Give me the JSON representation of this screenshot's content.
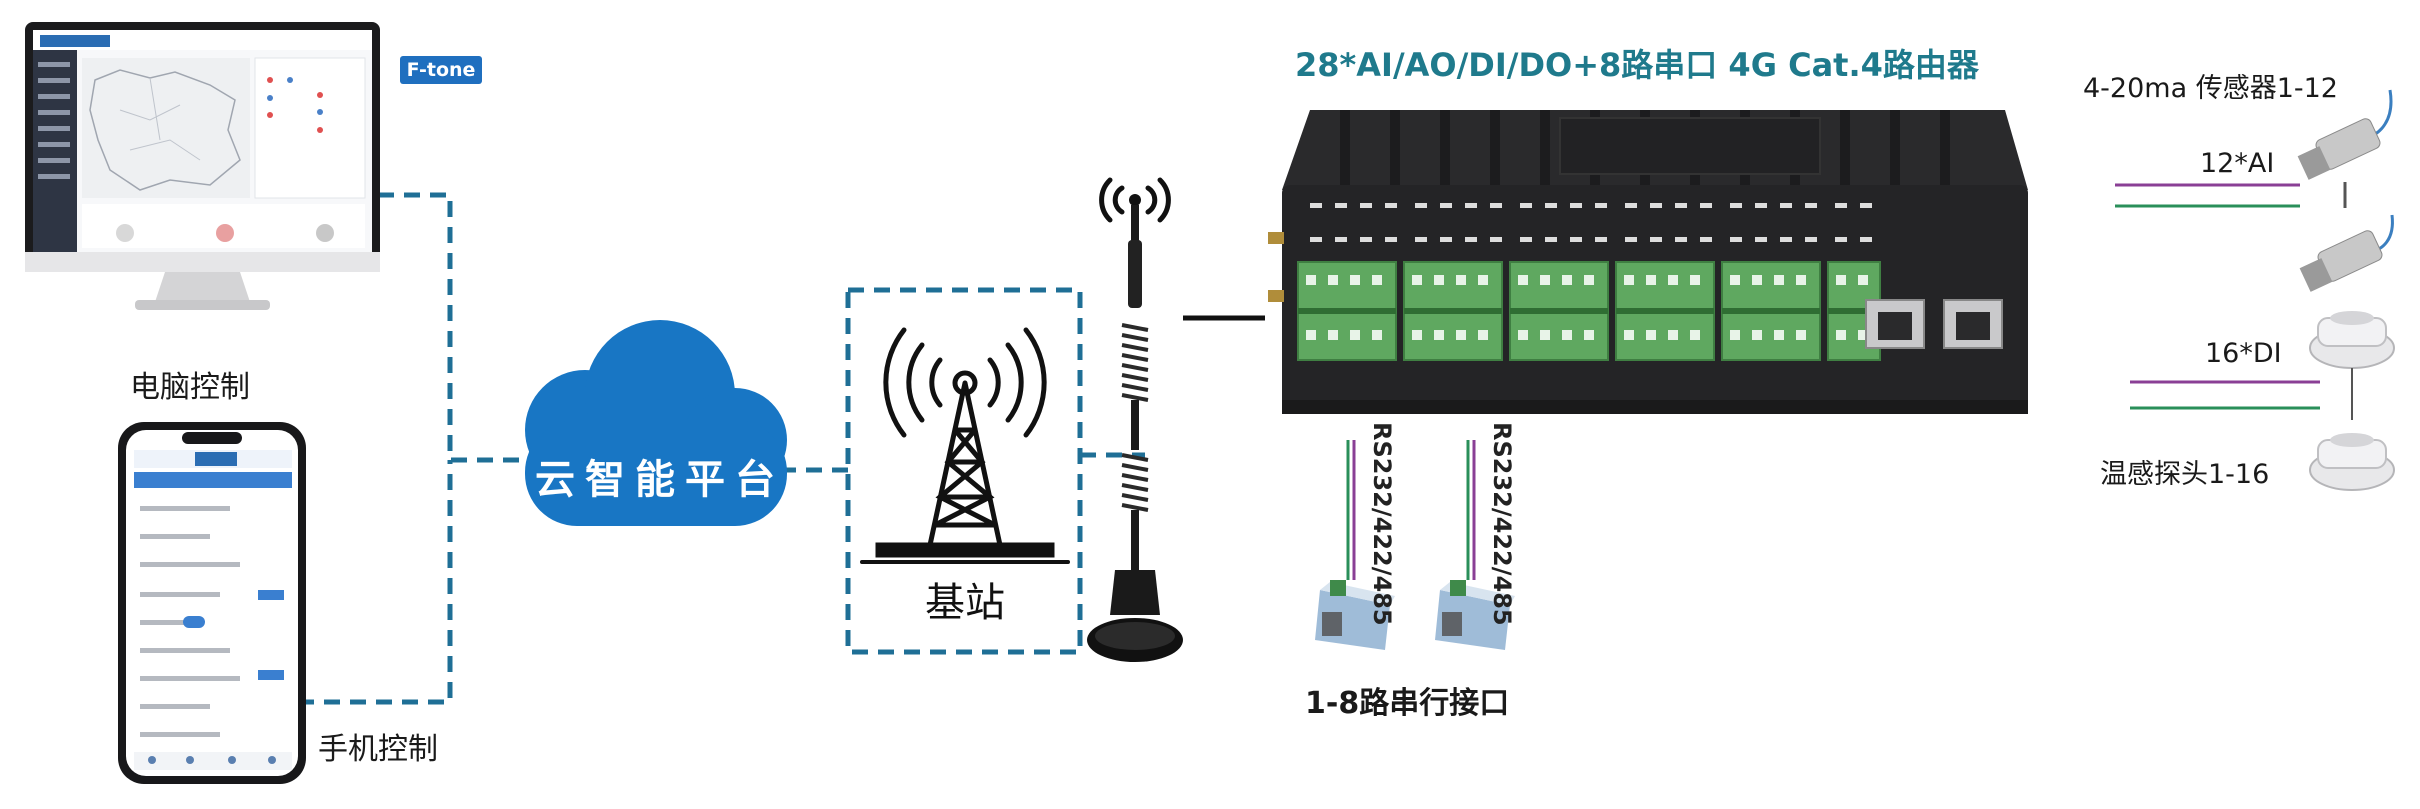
{
  "title": "28*AI/AO/DI/DO+8路串口 4G Cat.4路由器",
  "labels": {
    "pc": "电脑控制",
    "phone": "手机控制",
    "cloud": "云智能平台",
    "station": "基站",
    "serial": "1-8路串行接口",
    "rs_left": "RS232/422/485",
    "rs_right": "RS232/422/485",
    "sensor_420": "4-20ma 传感器1-12",
    "ai": "12*AI",
    "di": "16*DI",
    "temp": "温感探头1-16"
  },
  "brand": "F-tone",
  "colors": {
    "accent": "#1f7a8c",
    "dash": "#1f6f96",
    "cloud": "#1876c4",
    "green_line": "#2a8f5a",
    "purple_line": "#8a3f95",
    "terminal": "#5fa860"
  }
}
